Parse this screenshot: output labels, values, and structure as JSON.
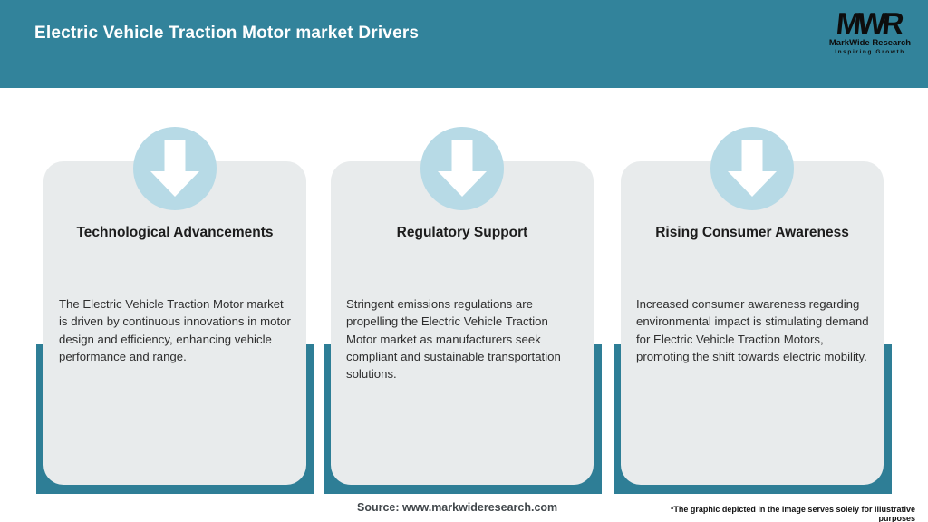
{
  "header": {
    "title": "Electric Vehicle Traction Motor market Drivers",
    "logo": {
      "monogram": "MWR",
      "company": "MarkWide Research",
      "tagline": "Inspiring Growth"
    }
  },
  "cards": [
    {
      "icon": "down-arrow-icon",
      "title": "Technological Advancements",
      "body": "The Electric Vehicle Traction Motor market is driven by continuous innovations in motor design and efficiency, enhancing vehicle performance and range."
    },
    {
      "icon": "down-arrow-icon",
      "title": "Regulatory Support",
      "body": "Stringent emissions regulations are propelling the Electric Vehicle Traction Motor market as manufacturers seek compliant and sustainable transportation solutions."
    },
    {
      "icon": "down-arrow-icon",
      "title": "Rising Consumer Awareness",
      "body": "Increased consumer awareness regarding environmental impact is stimulating demand for Electric Vehicle Traction Motors, promoting the shift towards electric mobility."
    }
  ],
  "footer": {
    "source": "Source: www.markwideresearch.com",
    "disclaimer": "*The graphic depicted in the image serves solely for illustrative purposes"
  },
  "colors": {
    "header_teal": "#32839b",
    "ribbon_teal": "#2e7e96",
    "card_gray": "#e8ebec",
    "circle_blue": "#b7dae6",
    "title_text": "#ffffff",
    "card_title_text": "#1c1c1c",
    "body_text": "#2e2e2e",
    "source_text": "#41474b"
  }
}
